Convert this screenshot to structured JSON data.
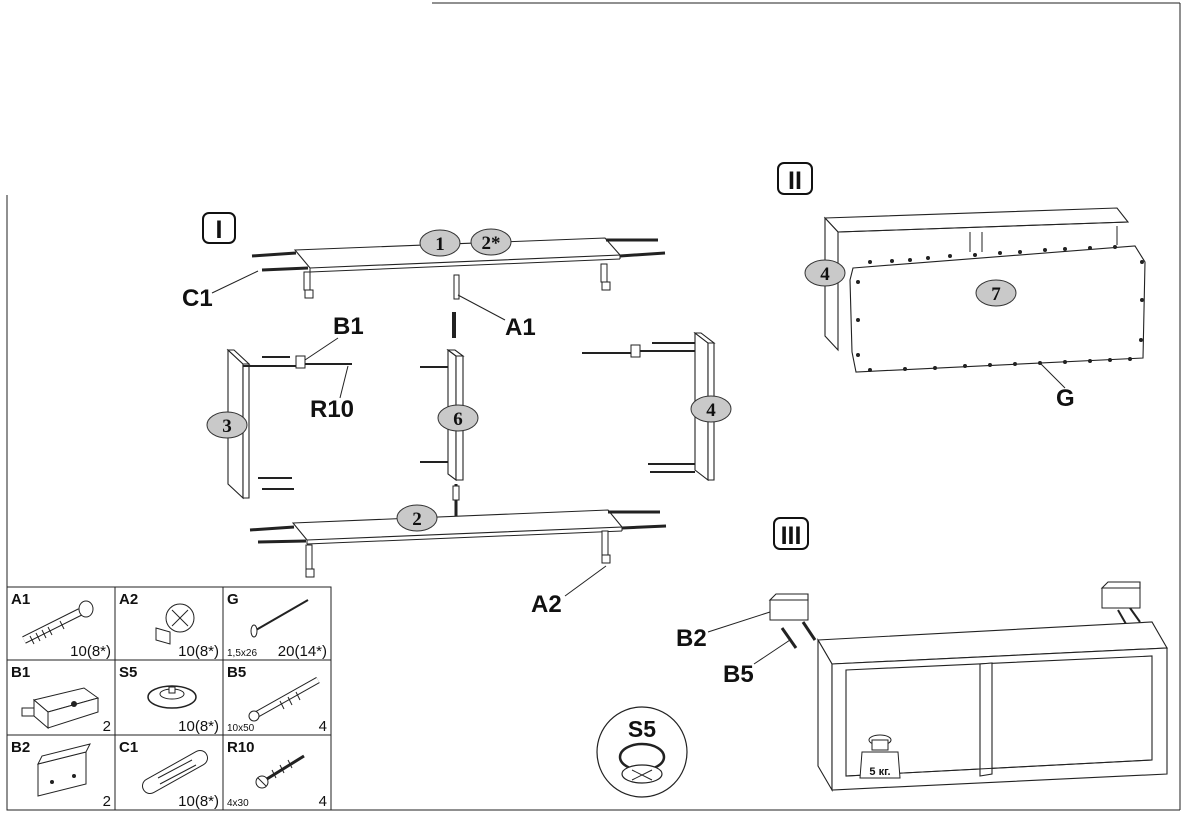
{
  "steps": {
    "step1": "I",
    "step2": "II",
    "step3": "III"
  },
  "panels": {
    "p1": "1",
    "p2star": "2*",
    "p2": "2",
    "p3": "3",
    "p4a": "4",
    "p6": "6",
    "p4b": "4",
    "p7": "7"
  },
  "callouts": {
    "c1": "C1",
    "b1": "B1",
    "a1": "A1",
    "r10": "R10",
    "a2": "A2",
    "g": "G",
    "b2": "B2",
    "b5": "B5"
  },
  "s5_label": "S5",
  "weight_label": "5 кг.",
  "hardware": [
    {
      "code": "A1",
      "qty": "10(8*)",
      "size": ""
    },
    {
      "code": "A2",
      "qty": "10(8*)",
      "size": ""
    },
    {
      "code": "G",
      "qty": "20(14*)",
      "size": "1,5x26"
    },
    {
      "code": "B1",
      "qty": "2",
      "size": ""
    },
    {
      "code": "S5",
      "qty": "10(8*)",
      "size": ""
    },
    {
      "code": "B5",
      "qty": "4",
      "size": "10x50"
    },
    {
      "code": "B2",
      "qty": "2",
      "size": ""
    },
    {
      "code": "C1",
      "qty": "10(8*)",
      "size": ""
    },
    {
      "code": "R10",
      "qty": "4",
      "size": "4x30"
    }
  ]
}
